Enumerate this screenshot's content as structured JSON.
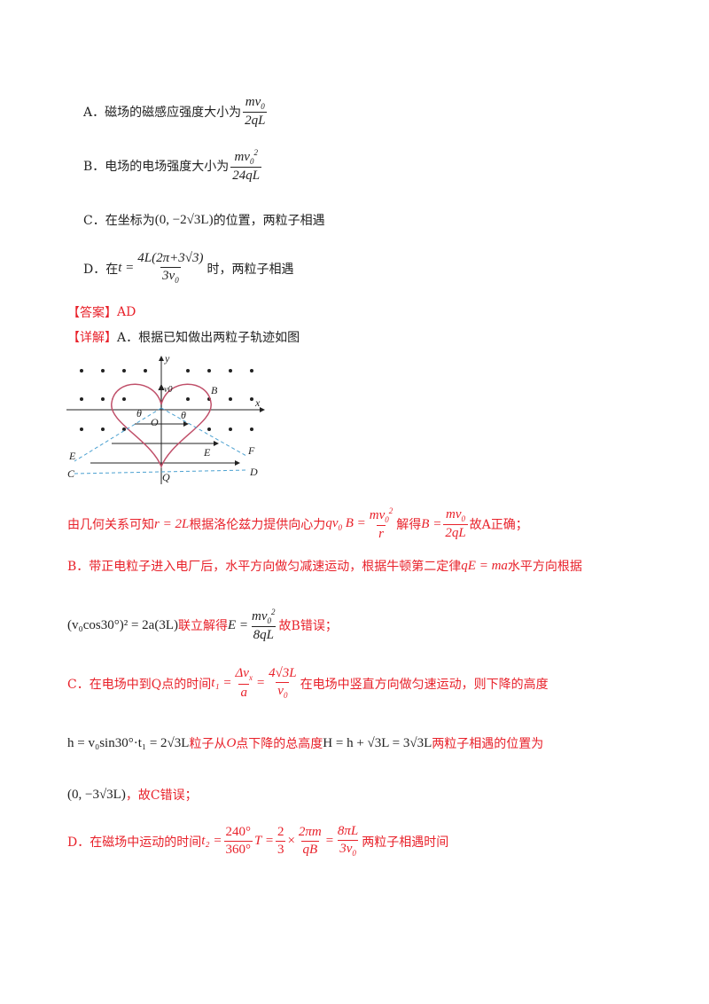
{
  "options": {
    "a": {
      "text": "A．磁场的磁感应强度大小为",
      "num": "mv",
      "num_sub": "0",
      "den": "2qL"
    },
    "b": {
      "text": "B．电场的电场强度大小为",
      "num": "mv",
      "num_sub": "0",
      "num_sup": "2",
      "den": "24qL"
    },
    "c": {
      "text_pre": "C．在坐标为",
      "coord": "(0, −2√3L)",
      "text_post": "的位置，两粒子相遇"
    },
    "d": {
      "text_pre": "D．在",
      "t": "t =",
      "num": "4L(2π+3√3)",
      "den": "3v",
      "den_sub": "0",
      "text_post": "时，两粒子相遇"
    }
  },
  "answer": {
    "label": "【答案】",
    "value": "AD"
  },
  "detail": {
    "label": "【详解】",
    "a_text": "A．根据已知做出两粒子轨迹如图",
    "line1": {
      "pre": "由几何关系可知",
      "r": "r = 2L",
      "mid1": "根据洛伦兹力提供向心力",
      "eq": "qv",
      "eq_sub": "0",
      "eq_b": "B =",
      "num": "mv",
      "num_sub": "0",
      "num_sup": "2",
      "den": "r",
      "mid2": "解得",
      "b": "B =",
      "num2": "mv",
      "num2_sub": "0",
      "den2": "2qL",
      "post": "故A正确；"
    },
    "line2": {
      "pre": "B．带正电粒子进入电厂后，水平方向做匀减速运动，根据牛顿第二定律",
      "eq": "qE = ma",
      "post": "水平方向根据"
    },
    "line3": {
      "eq": "(v₀cos30°)² = 2a(3L)",
      "mid": "联立解得",
      "e": "E =",
      "num": "mv",
      "num_sub": "0",
      "num_sup": "2",
      "den": "8qL",
      "post": "故B错误；"
    },
    "line4": {
      "pre": "C．在电场中到Q点的时间",
      "t1": "t₁ =",
      "num": "Δv",
      "num_sub": "x",
      "den": "a",
      "eq2": "=",
      "num2": "4√3L",
      "den2": "v",
      "den2_sub": "0",
      "post": "在电场中竖直方向做匀速运动，则下降的高度"
    },
    "line5": {
      "eq": "h = v₀sin30°·t₁ = 2√3L",
      "mid": "粒子从",
      "o": "O",
      "mid2": "点下降的总高度",
      "eq2": "H = h + √3L = 3√3L",
      "post": "两粒子相遇的位置为"
    },
    "line6": {
      "coord": "(0, −3√3L)",
      "post": "，故C错误；"
    },
    "line7": {
      "pre": "D．在磁场中运动的时间",
      "t2": "t₂ =",
      "num": "240°",
      "den": "360°",
      "t": "T =",
      "num2": "2",
      "den2": "3",
      "x": "×",
      "num3": "2πm",
      "den3": "qB",
      "eq": "=",
      "num4": "8πL",
      "den4": "3v",
      "den4_sub": "0",
      "post": "两粒子相遇时间"
    }
  },
  "figure": {
    "labels": {
      "y": "y",
      "x": "x",
      "v0": "v0",
      "B": "B",
      "O": "O",
      "theta_l": "θ",
      "theta_r": "θ",
      "E_left": "E",
      "E_mid": "E",
      "F": "F",
      "C": "C",
      "D": "D",
      "Q": "Q"
    },
    "colors": {
      "heart": "#c0506a",
      "dashed": "#4aa0d0",
      "ink": "#222222"
    }
  }
}
